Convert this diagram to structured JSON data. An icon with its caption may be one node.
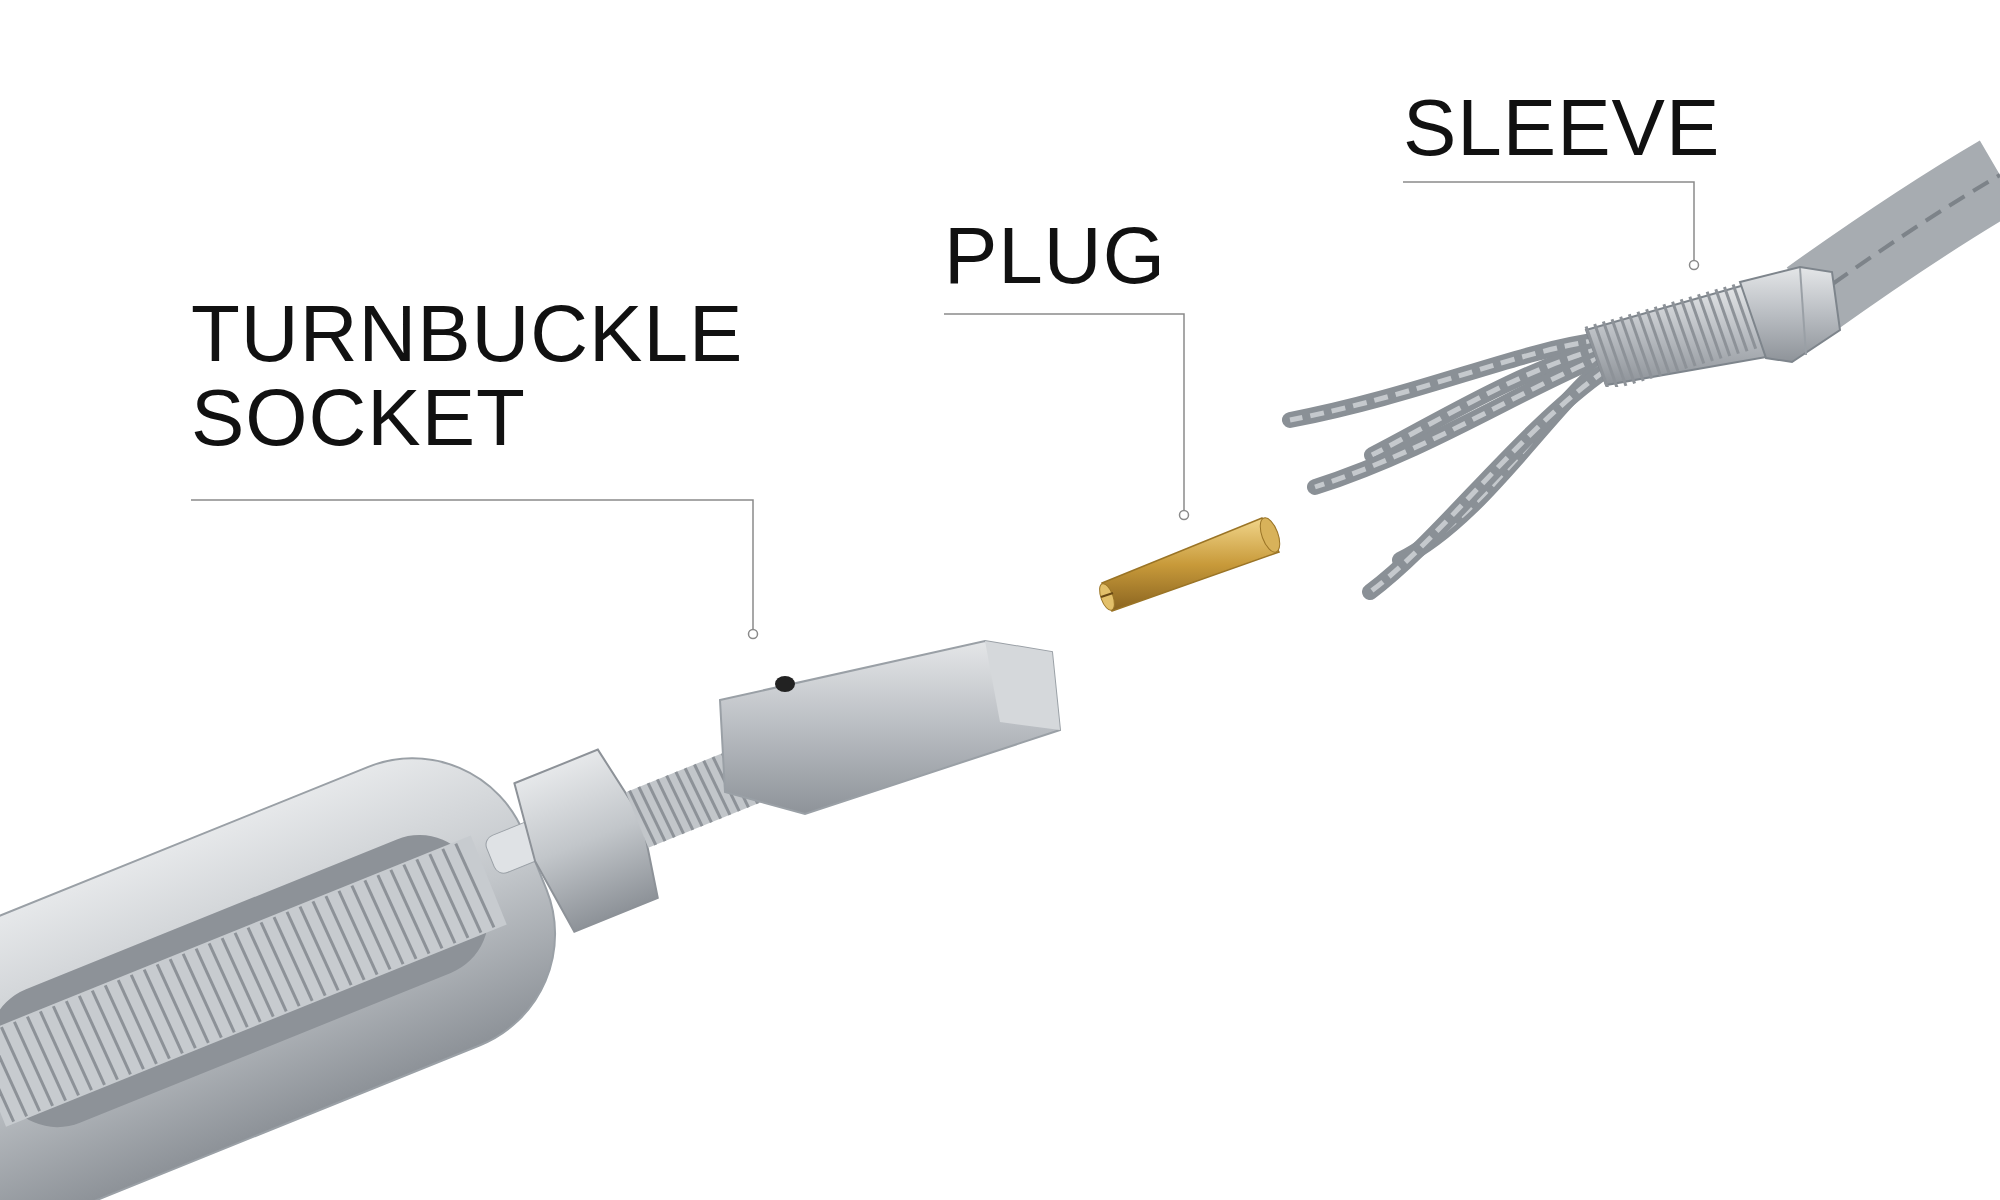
{
  "diagram": {
    "nodes": [
      {
        "text": [
          "TURNBUCKLE SOCKET"
        ]
      },
      {
        "text": [
          "PLUG"
        ]
      },
      {
        "text": [
          "SLEEVE"
        ]
      },
      {
        "text": [],
        "shape": "picture"
      },
      {
        "text": [],
        "shape": "picture"
      },
      {
        "text": [],
        "shape": "picture"
      }
    ],
    "edges": [
      {
        "from": 0,
        "to": 3,
        "arrow": "other"
      },
      {
        "from": 1,
        "to": 4,
        "arrow": "other"
      },
      {
        "from": 2,
        "to": 5,
        "arrow": "other"
      }
    ]
  }
}
